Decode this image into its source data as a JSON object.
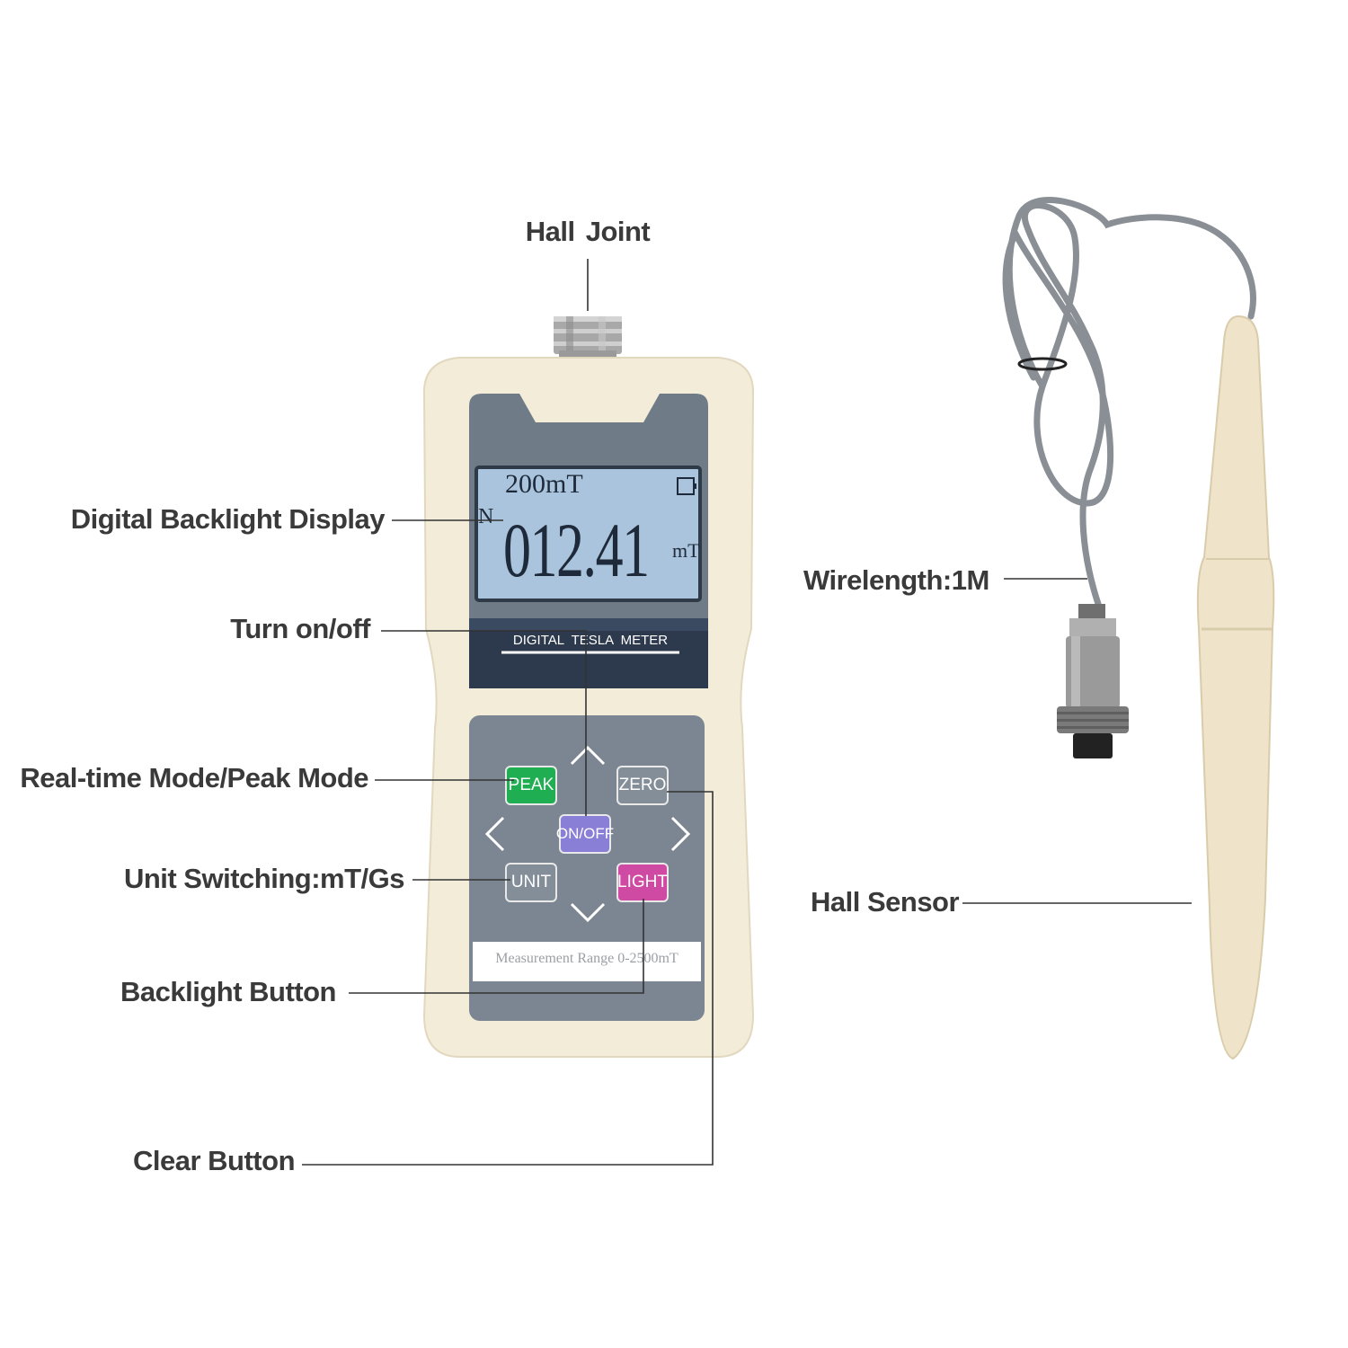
{
  "callouts": {
    "hall_joint": "Hall Joint",
    "display": "Digital Backlight Display",
    "power": "Turn on/off",
    "mode": "Real-time Mode/Peak Mode",
    "unit": "Unit Switching:mT/Gs",
    "backlight": "Backlight Button",
    "clear": "Clear Button",
    "wire": "Wirelength:1M",
    "sensor": "Hall Sensor"
  },
  "device": {
    "range_text": "200mT",
    "polarity": "N",
    "reading": "012.41",
    "reading_unit": "mT",
    "model_label": "DIGITAL  TESLA  METER",
    "measurement_range": "Measurement Range 0-2500mT",
    "buttons": {
      "peak": "PEAK",
      "zero": "ZERO",
      "onoff": "ON/OFF",
      "unit": "UNIT",
      "light": "LIGHT"
    }
  },
  "colors": {
    "body": "#f3ecd8",
    "panel_top": "#6f7c88",
    "panel_dark": "#2d3a4e",
    "lcd": "#a9c4dc",
    "keypad": "#7b8692",
    "peak": "#1fae52",
    "zero": "#848e98",
    "onoff": "#8a7fd6",
    "unit": "#848e98",
    "light": "#cf4aa2",
    "probe": "#efe4c9",
    "cable": "#8a8f95"
  }
}
